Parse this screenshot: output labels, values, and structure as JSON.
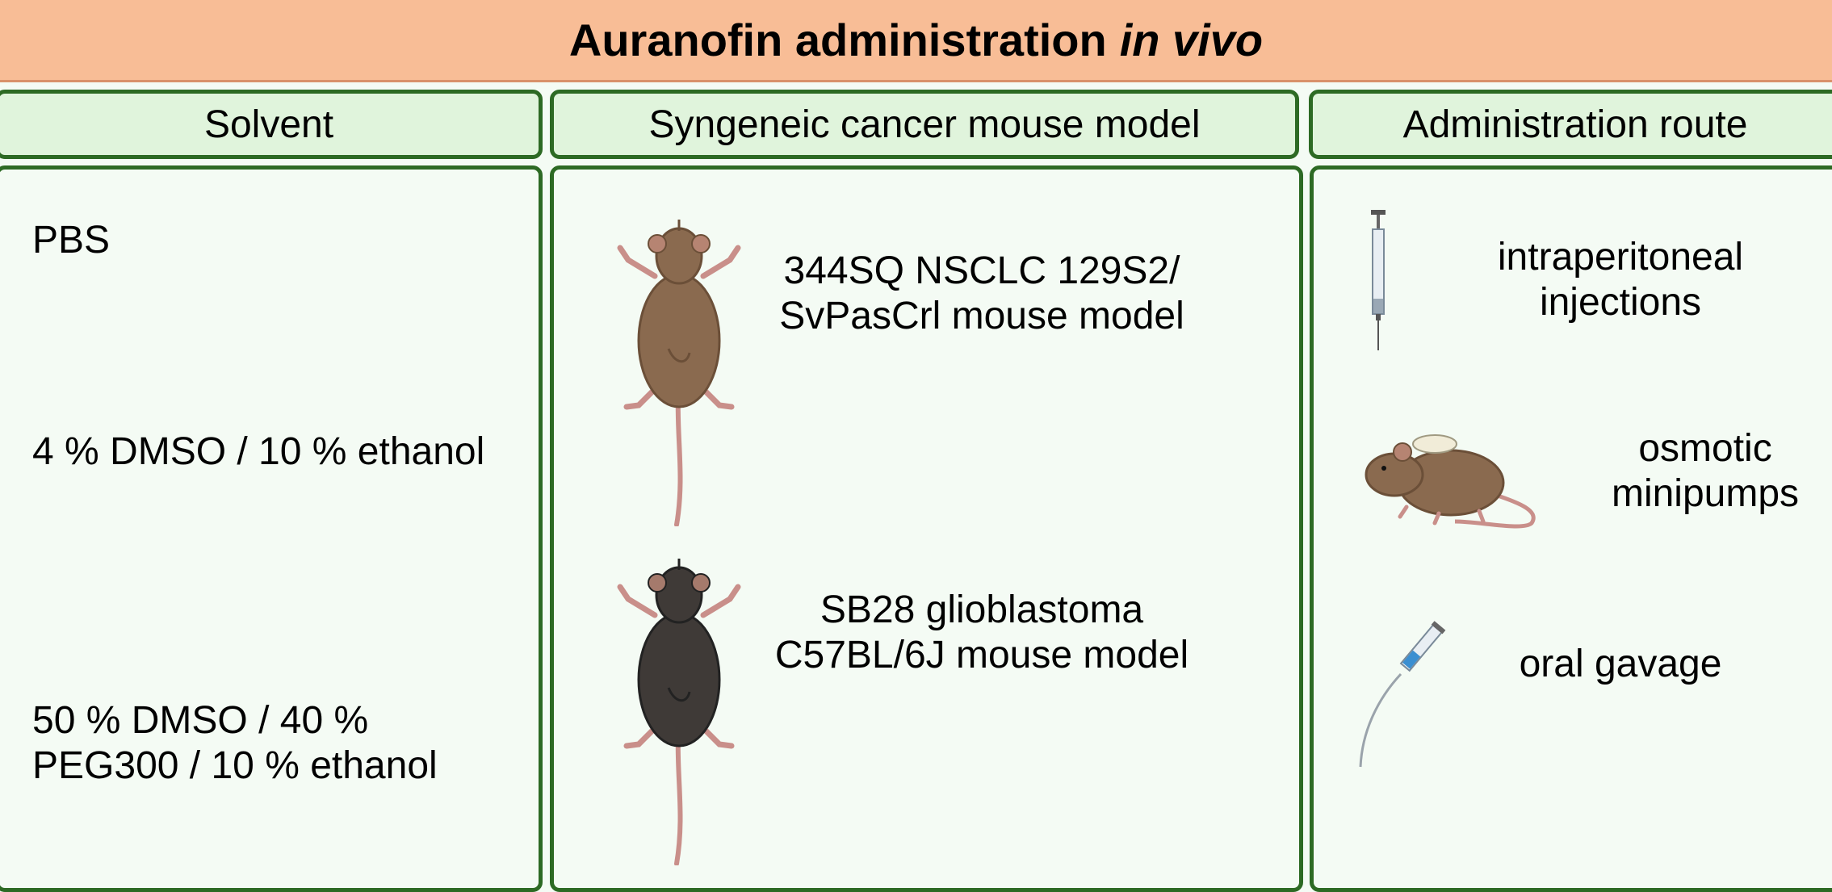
{
  "title": {
    "main": "Auranofin administration",
    "emphasis": "in vivo"
  },
  "columns": {
    "solvent": {
      "header": "Solvent",
      "items": [
        "PBS",
        "4 % DMSO / 10 % ethanol",
        "50 % DMSO / 40 % PEG300 / 10 % ethanol"
      ],
      "item3_line1": "50 % DMSO / 40 %",
      "item3_line2": "PEG300 / 10 % ethanol"
    },
    "model": {
      "header": "Syngeneic cancer mouse model",
      "items": [
        {
          "line1": "344SQ NSCLC 129S2/",
          "line2": "SvPasCrl mouse model",
          "icon": "brown-mouse-icon"
        },
        {
          "line1": "SB28 glioblastoma",
          "line2": "C57BL/6J mouse model",
          "icon": "black-mouse-icon"
        }
      ]
    },
    "route": {
      "header": "Administration route",
      "items": [
        {
          "line1": "intraperitoneal",
          "line2": "injections",
          "icon": "syringe-icon"
        },
        {
          "line1": "osmotic",
          "line2": "minipumps",
          "icon": "mouse-with-pump-icon"
        },
        {
          "line1": "oral gavage",
          "icon": "gavage-needle-icon"
        }
      ]
    }
  },
  "colors": {
    "banner": "#f8bd96",
    "border": "#2d6a24",
    "header_fill": "#e0f4dc",
    "panel_fill": "#f4fbf4"
  }
}
